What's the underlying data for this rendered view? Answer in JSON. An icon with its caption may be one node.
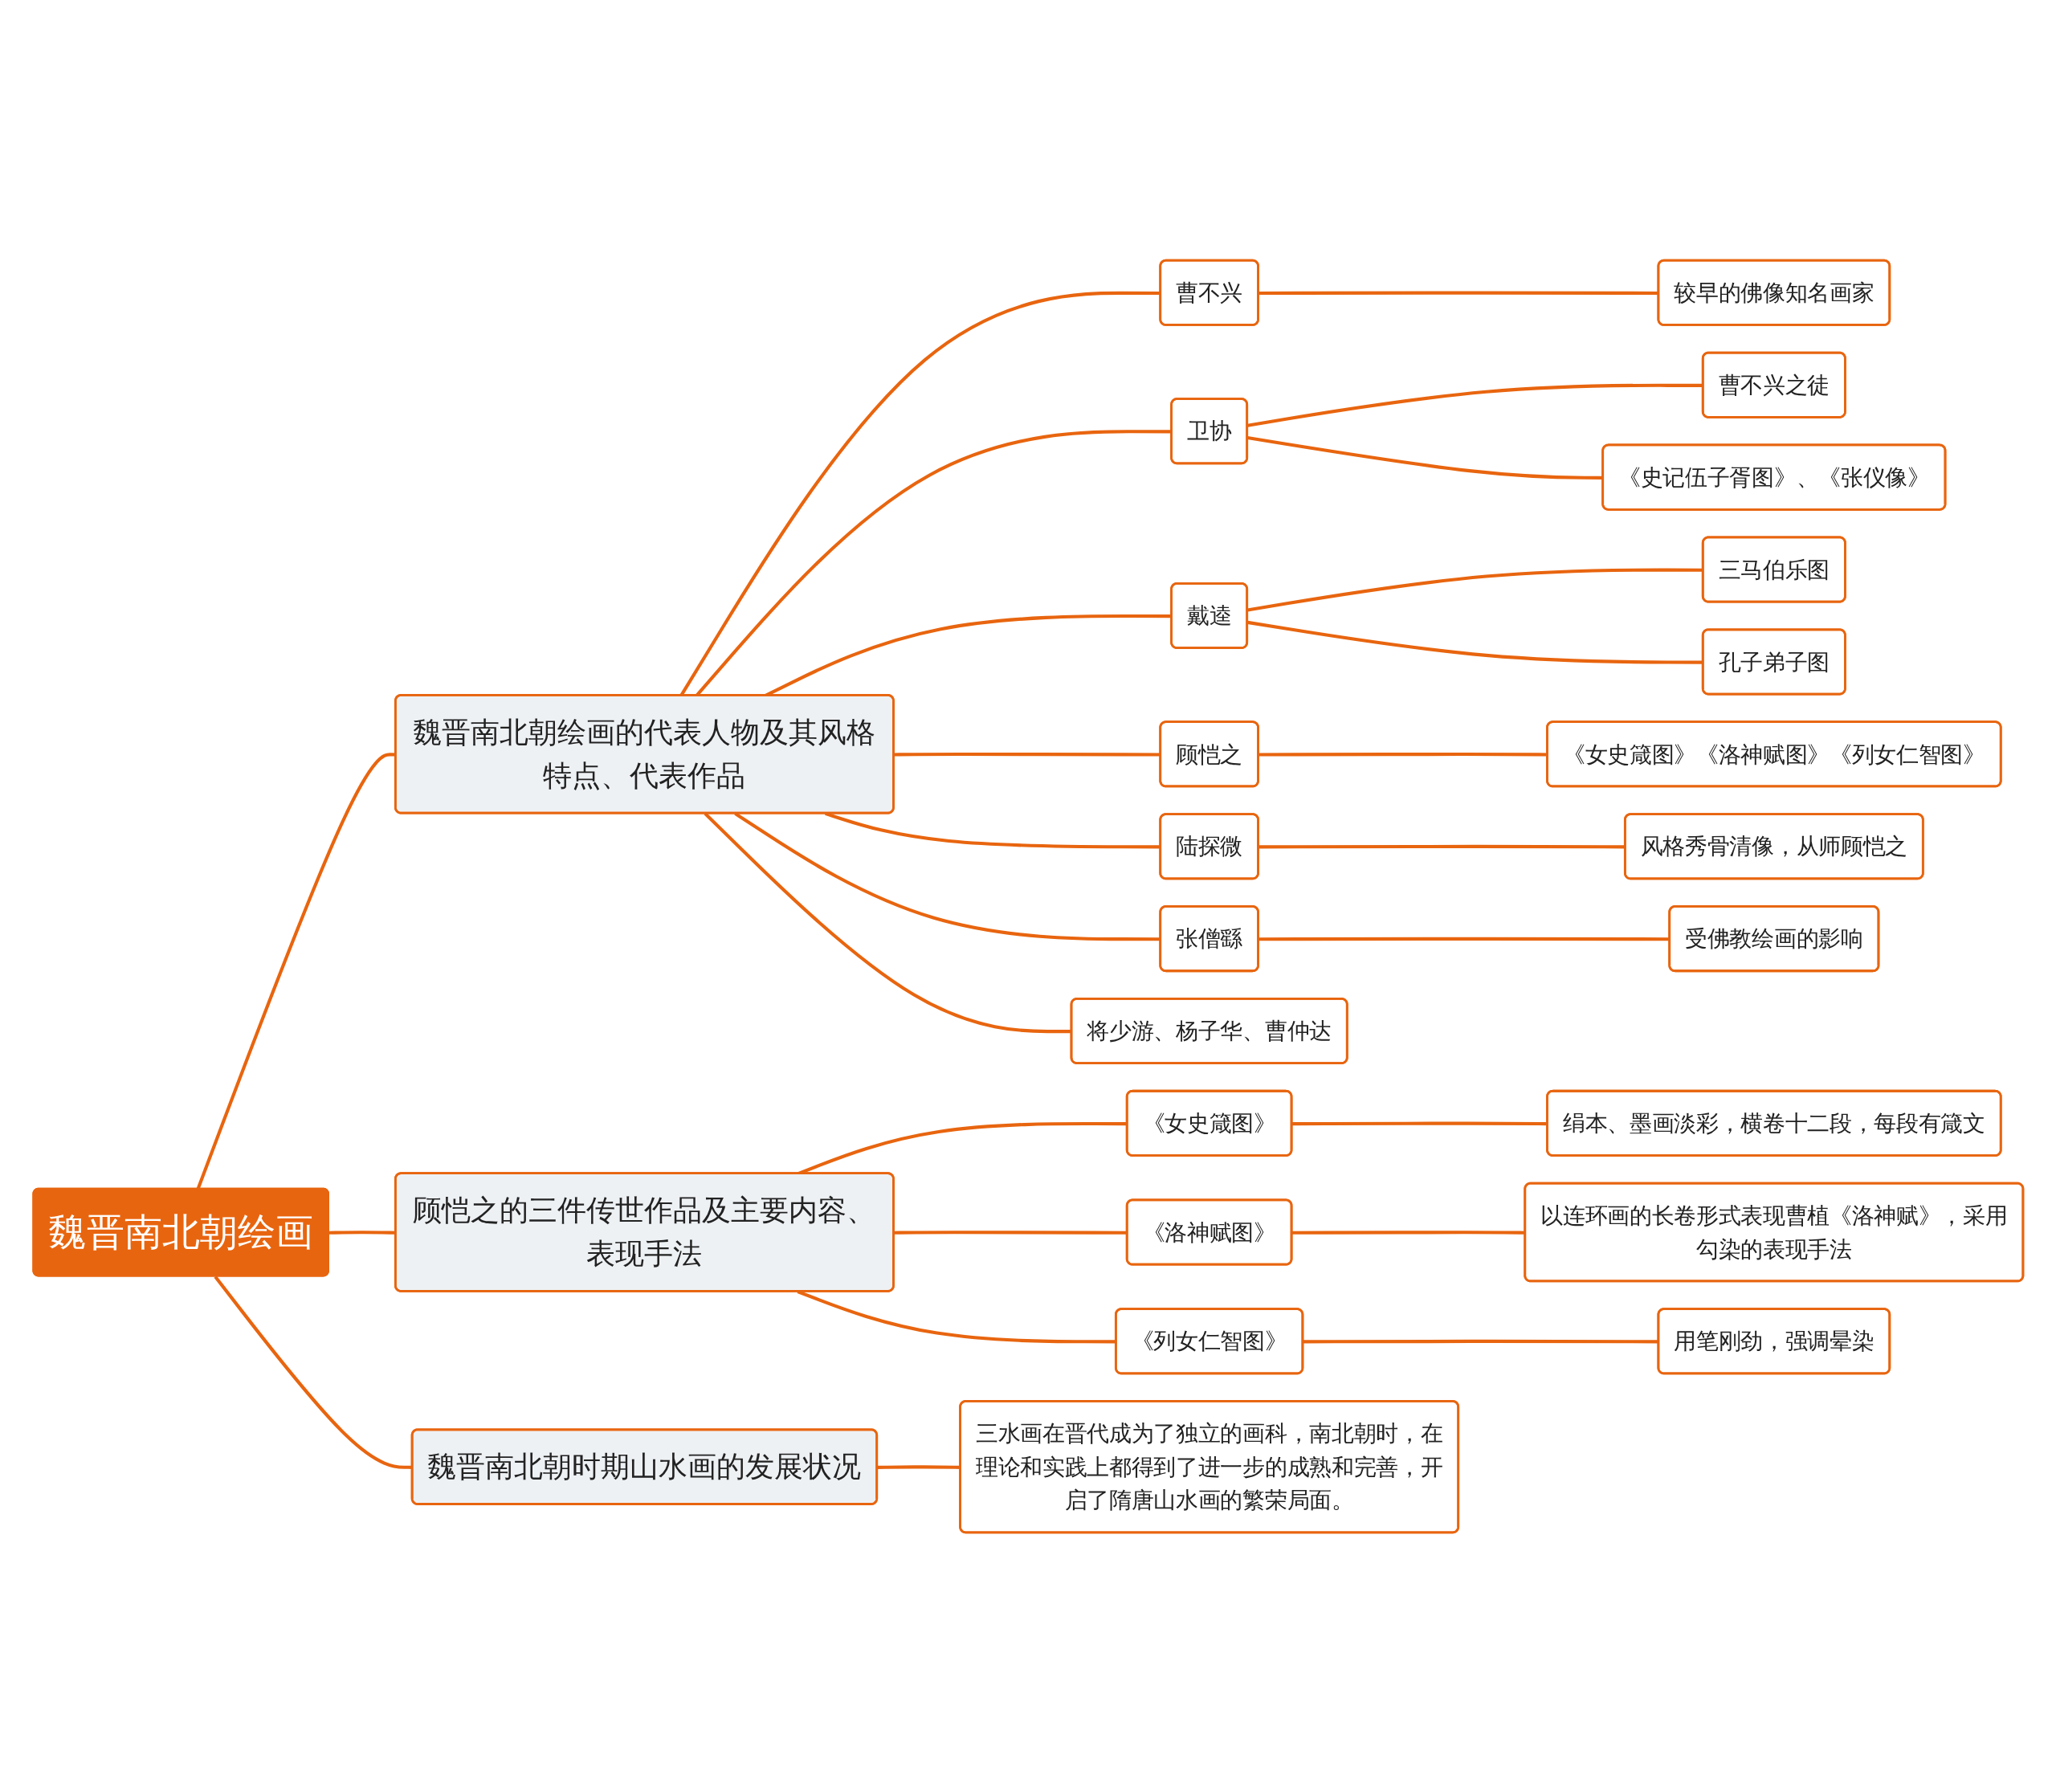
{
  "diagram": {
    "nodes": [
      {
        "text": [
          "魏晋南北朝绘画"
        ]
      },
      {
        "text": [
          "魏晋南北朝绘画的代表人物及其风格特点、代表作品"
        ]
      },
      {
        "text": [
          "曹不兴"
        ]
      },
      {
        "text": [
          "较早的佛像知名画家"
        ]
      },
      {
        "text": [
          "卫协"
        ]
      },
      {
        "text": [
          "曹不兴之徒"
        ]
      },
      {
        "text": [
          "《史记伍子胥图》、《张仪像》"
        ]
      },
      {
        "text": [
          "戴逵"
        ]
      },
      {
        "text": [
          "三马伯乐图"
        ]
      },
      {
        "text": [
          "孔子弟子图"
        ]
      },
      {
        "text": [
          "顾恺之"
        ]
      },
      {
        "text": [
          "《女史箴图》《洛神赋图》《列女仁智图》"
        ]
      },
      {
        "text": [
          "陆探微"
        ]
      },
      {
        "text": [
          "风格秀骨清像，从师顾恺之"
        ]
      },
      {
        "text": [
          "张僧繇"
        ]
      },
      {
        "text": [
          "受佛教绘画的影响"
        ]
      },
      {
        "text": [
          "将少游、杨子华、曹仲达"
        ]
      },
      {
        "text": [
          "顾恺之的三件传世作品及主要内容、表现手法"
        ]
      },
      {
        "text": [
          "《女史箴图》"
        ]
      },
      {
        "text": [
          "绢本、墨画淡彩，横卷十二段，每段有箴文"
        ]
      },
      {
        "text": [
          "《洛神赋图》"
        ]
      },
      {
        "text": [
          "以连环画的长卷形式表现曹植《洛神赋》，采用勾染的表现手法"
        ]
      },
      {
        "text": [
          "《列女仁智图》"
        ]
      },
      {
        "text": [
          "用笔刚劲，强调晕染"
        ]
      },
      {
        "text": [
          "魏晋南北朝时期山水画的发展状况"
        ]
      },
      {
        "text": [
          "三水画在晋代成为了独立的画科，南北朝时，在理论和实践上都得到了进一步的成熟和完善，开启了隋唐山水画的繁荣局面。"
        ]
      }
    ],
    "edges": [
      {
        "from": 0,
        "to": 1,
        "arrow": "none"
      },
      {
        "from": 1,
        "to": 2,
        "arrow": "none"
      },
      {
        "from": 2,
        "to": 3,
        "arrow": "none"
      },
      {
        "from": 1,
        "to": 4,
        "arrow": "none"
      },
      {
        "from": 4,
        "to": 5,
        "arrow": "none"
      },
      {
        "from": 4,
        "to": 6,
        "arrow": "none"
      },
      {
        "from": 1,
        "to": 7,
        "arrow": "none"
      },
      {
        "from": 7,
        "to": 8,
        "arrow": "none"
      },
      {
        "from": 7,
        "to": 9,
        "arrow": "none"
      },
      {
        "from": 1,
        "to": 10,
        "arrow": "none"
      },
      {
        "from": 10,
        "to": 11,
        "arrow": "none"
      },
      {
        "from": 1,
        "to": 12,
        "arrow": "none"
      },
      {
        "from": 12,
        "to": 13,
        "arrow": "none"
      },
      {
        "from": 1,
        "to": 14,
        "arrow": "none"
      },
      {
        "from": 14,
        "to": 15,
        "arrow": "none"
      },
      {
        "from": 1,
        "to": 16,
        "arrow": "none"
      },
      {
        "from": 0,
        "to": 17,
        "arrow": "none"
      },
      {
        "from": 17,
        "to": 18,
        "arrow": "none"
      },
      {
        "from": 18,
        "to": 19,
        "arrow": "none"
      },
      {
        "from": 17,
        "to": 20,
        "arrow": "none"
      },
      {
        "from": 20,
        "to": 21,
        "arrow": "none"
      },
      {
        "from": 17,
        "to": 22,
        "arrow": "none"
      },
      {
        "from": 22,
        "to": 23,
        "arrow": "none"
      },
      {
        "from": 0,
        "to": 24,
        "arrow": "none"
      },
      {
        "from": 24,
        "to": 25,
        "arrow": "none"
      }
    ]
  }
}
